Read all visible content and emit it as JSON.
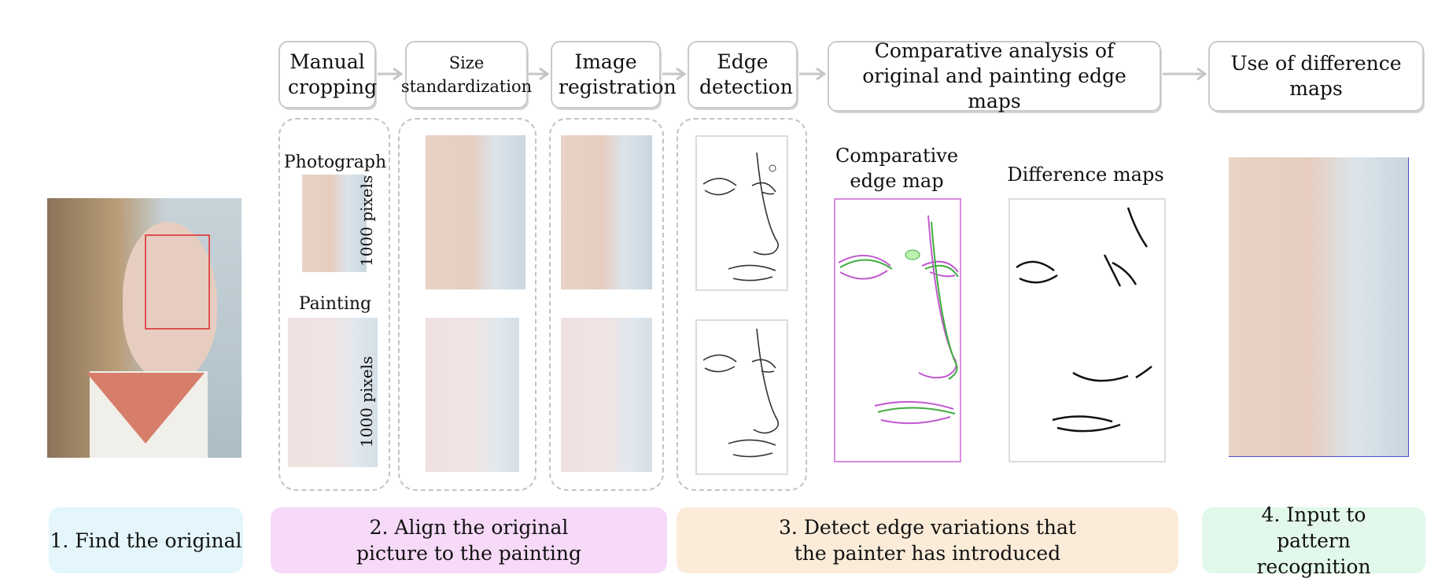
{
  "pipeline_steps": {
    "manual_cropping": "Manual cropping",
    "size_standardization_1": "Size",
    "size_standardization_2": "standardization",
    "image_registration": "Image registration",
    "edge_detection": "Edge detection",
    "comparative_analysis": "Comparative analysis of original and painting edge maps",
    "use_of_difference_maps": "Use of difference maps"
  },
  "labels": {
    "photograph": "Photograph",
    "painting": "Painting",
    "pixels_top": "1000 pixels",
    "pixels_bottom": "1000 pixels",
    "comparative_edge_map": "Comparative edge map",
    "difference_maps": "Difference maps"
  },
  "stages": [
    {
      "label": "1. Find the original",
      "color": "#e4f6fb"
    },
    {
      "label": "2. Align the original picture to the painting",
      "color": "#f6daf8"
    },
    {
      "label": "3. Detect edge variations that the painter has introduced",
      "color": "#fbecd9"
    },
    {
      "label": "4. Input to pattern recognition",
      "color": "#e2f8ea"
    }
  ]
}
